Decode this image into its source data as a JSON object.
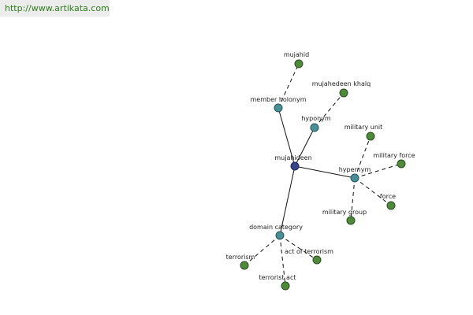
{
  "header": {
    "url": "http://www.artikata.com"
  },
  "graph": {
    "nodes": [
      {
        "id": "root",
        "label": "mujahideen",
        "kind": "root"
      },
      {
        "id": "member-holonym",
        "label": "member holonym",
        "kind": "relation"
      },
      {
        "id": "mujahid",
        "label": "mujahid",
        "kind": "leaf"
      },
      {
        "id": "hyponym",
        "label": "hyponym",
        "kind": "relation"
      },
      {
        "id": "mujahedeen-khalq",
        "label": "mujahedeen khalq",
        "kind": "leaf"
      },
      {
        "id": "hypernym",
        "label": "hypernym",
        "kind": "relation"
      },
      {
        "id": "military-unit",
        "label": "military unit",
        "kind": "leaf"
      },
      {
        "id": "military-force",
        "label": "military force",
        "kind": "leaf"
      },
      {
        "id": "force",
        "label": "force",
        "kind": "leaf"
      },
      {
        "id": "military-group",
        "label": "military group",
        "kind": "leaf"
      },
      {
        "id": "domain-category",
        "label": "domain category",
        "kind": "relation"
      },
      {
        "id": "terrorism",
        "label": "terrorism",
        "kind": "leaf"
      },
      {
        "id": "act-of-terrorism",
        "label": "act of terrorism",
        "kind": "leaf"
      },
      {
        "id": "terrorist-act",
        "label": "terrorist act",
        "kind": "leaf"
      }
    ],
    "edges": [
      {
        "from": "root",
        "to": "member-holonym",
        "style": "solid"
      },
      {
        "from": "root",
        "to": "hyponym",
        "style": "solid"
      },
      {
        "from": "root",
        "to": "hypernym",
        "style": "solid"
      },
      {
        "from": "root",
        "to": "domain-category",
        "style": "solid"
      },
      {
        "from": "member-holonym",
        "to": "mujahid",
        "style": "dashed"
      },
      {
        "from": "hyponym",
        "to": "mujahedeen-khalq",
        "style": "dashed"
      },
      {
        "from": "hypernym",
        "to": "military-unit",
        "style": "dashed"
      },
      {
        "from": "hypernym",
        "to": "military-force",
        "style": "dashed"
      },
      {
        "from": "hypernym",
        "to": "force",
        "style": "dashed"
      },
      {
        "from": "hypernym",
        "to": "military-group",
        "style": "dashed"
      },
      {
        "from": "domain-category",
        "to": "terrorism",
        "style": "dashed"
      },
      {
        "from": "domain-category",
        "to": "act-of-terrorism",
        "style": "dashed"
      },
      {
        "from": "domain-category",
        "to": "terrorist-act",
        "style": "dashed"
      }
    ],
    "colors": {
      "root": "#39438a",
      "relation": "#4a8e96",
      "leaf": "#4f8a3c",
      "url_text": "#2e7d1c"
    }
  }
}
